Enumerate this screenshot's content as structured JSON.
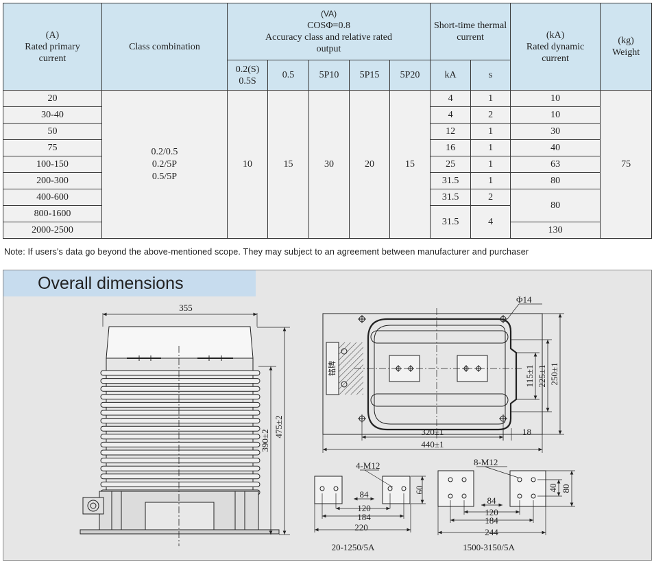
{
  "table": {
    "headers": {
      "rated_primary_unit": "(A)",
      "rated_primary": "Rated primary current",
      "class_combination": "Class combination",
      "output_unit": "(VA)",
      "cos_phi": "COSΦ=0.8",
      "output_title": "Accuracy class and relative rated output",
      "output_cols": [
        "0.2(S)\n0.5S",
        "0.5",
        "5P10",
        "5P15",
        "5P20"
      ],
      "thermal_title": "Short-time thermal current",
      "thermal_cols": [
        "kA",
        "s"
      ],
      "dynamic_unit": "(kA)",
      "dynamic": "Rated dynamic current",
      "weight_unit": "(kg)",
      "weight": "Weight"
    },
    "primary_currents": [
      "20",
      "30-40",
      "50",
      "75",
      "100-150",
      "200-300",
      "400-600",
      "800-1600",
      "2000-2500"
    ],
    "class_combination_values": [
      "0.2/0.5",
      "0.2/5P",
      "0.5/5P"
    ],
    "outputs": [
      "10",
      "15",
      "30",
      "20",
      "15"
    ],
    "thermal_ka": [
      "4",
      "4",
      "12",
      "16",
      "25",
      "31.5",
      "31.5",
      "31.5"
    ],
    "thermal_s": [
      "1",
      "2",
      "1",
      "1",
      "1",
      "1",
      "2",
      "4"
    ],
    "dynamic": [
      "10",
      "10",
      "30",
      "40",
      "63",
      "80",
      "80",
      "130"
    ],
    "weight_value": "75"
  },
  "note": "Note: If users's data go beyond the above-mentioned scope. They may subject to an agreement between manufacturer and purchaser",
  "dimensions": {
    "title": "Overall dimensions",
    "front": {
      "width": "355",
      "height_total": "475±2",
      "height_body": "390±2"
    },
    "top": {
      "hole": "Φ14",
      "inner_w": "320±1",
      "outer_w": "440±1",
      "edge": "18",
      "h1": "115±1",
      "h2": "225±1",
      "h3": "250±1",
      "plate": "铭牌"
    },
    "terminal_a": {
      "thread": "4-M12",
      "d1": "84",
      "d2": "120",
      "d3": "184",
      "d4": "220",
      "h": "60",
      "caption": "20-1250/5A"
    },
    "terminal_b": {
      "thread": "8-M12",
      "d1": "84",
      "d2": "120",
      "d3": "184",
      "d4": "244",
      "h1": "40",
      "h2": "80",
      "caption": "1500-3150/5A"
    }
  }
}
